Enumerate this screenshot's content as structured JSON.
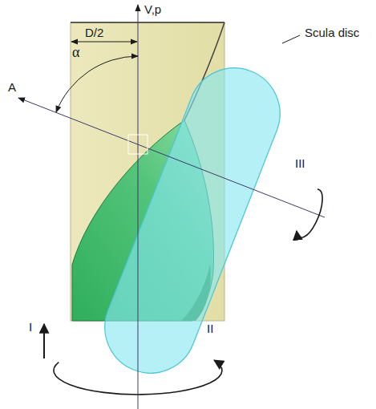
{
  "diagram": {
    "labels": [
      "V,p",
      "D/2",
      "α",
      "A",
      "Scula disc",
      "III",
      "I",
      "II"
    ]
  }
}
